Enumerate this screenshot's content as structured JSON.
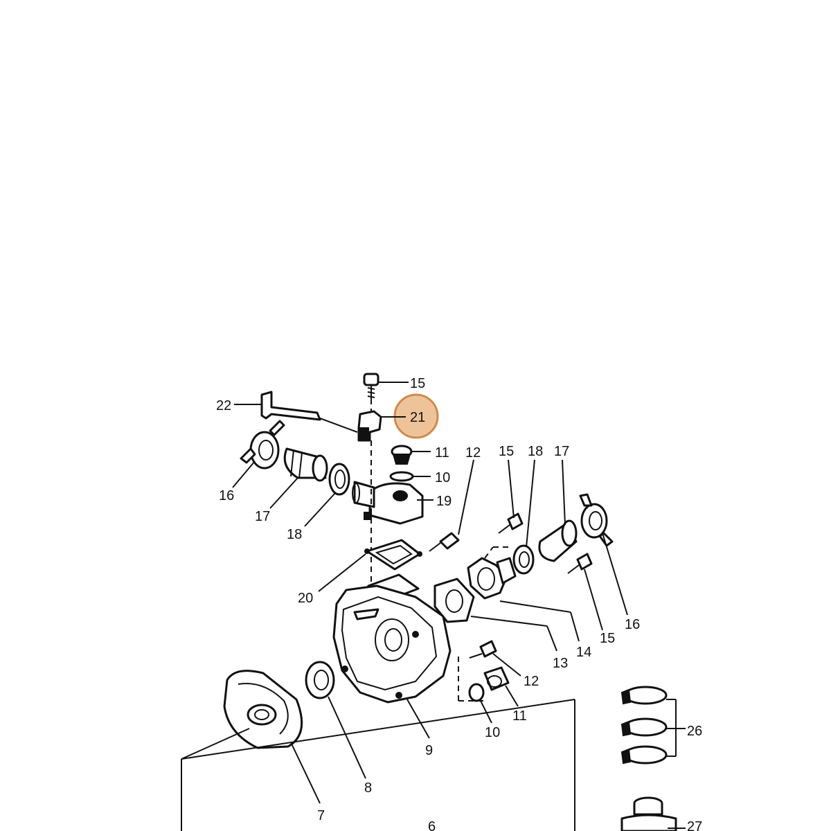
{
  "diagram": {
    "labels": [
      {
        "id": "15a",
        "text": "15"
      },
      {
        "id": "22",
        "text": "22"
      },
      {
        "id": "21",
        "text": "21"
      },
      {
        "id": "11a",
        "text": "11"
      },
      {
        "id": "12a",
        "text": "12"
      },
      {
        "id": "15b",
        "text": "15"
      },
      {
        "id": "18a",
        "text": "18"
      },
      {
        "id": "17a",
        "text": "17"
      },
      {
        "id": "10a",
        "text": "10"
      },
      {
        "id": "16a",
        "text": "16"
      },
      {
        "id": "17b",
        "text": "17"
      },
      {
        "id": "18b",
        "text": "18"
      },
      {
        "id": "19",
        "text": "19"
      },
      {
        "id": "20",
        "text": "20"
      },
      {
        "id": "13",
        "text": "13"
      },
      {
        "id": "14",
        "text": "14"
      },
      {
        "id": "15c",
        "text": "15"
      },
      {
        "id": "16b",
        "text": "16"
      },
      {
        "id": "12b",
        "text": "12"
      },
      {
        "id": "11b",
        "text": "11"
      },
      {
        "id": "10b",
        "text": "10"
      },
      {
        "id": "9",
        "text": "9"
      },
      {
        "id": "8",
        "text": "8"
      },
      {
        "id": "7",
        "text": "7"
      },
      {
        "id": "6",
        "text": "6"
      },
      {
        "id": "26",
        "text": "26"
      },
      {
        "id": "27",
        "text": "27"
      }
    ],
    "highlight": {
      "label": "21",
      "color": "#e8b888",
      "border_color": "#d08a4a"
    },
    "colors": {
      "line": "#111111",
      "background": "#ffffff",
      "highlight_fill": "#eec39a"
    }
  }
}
